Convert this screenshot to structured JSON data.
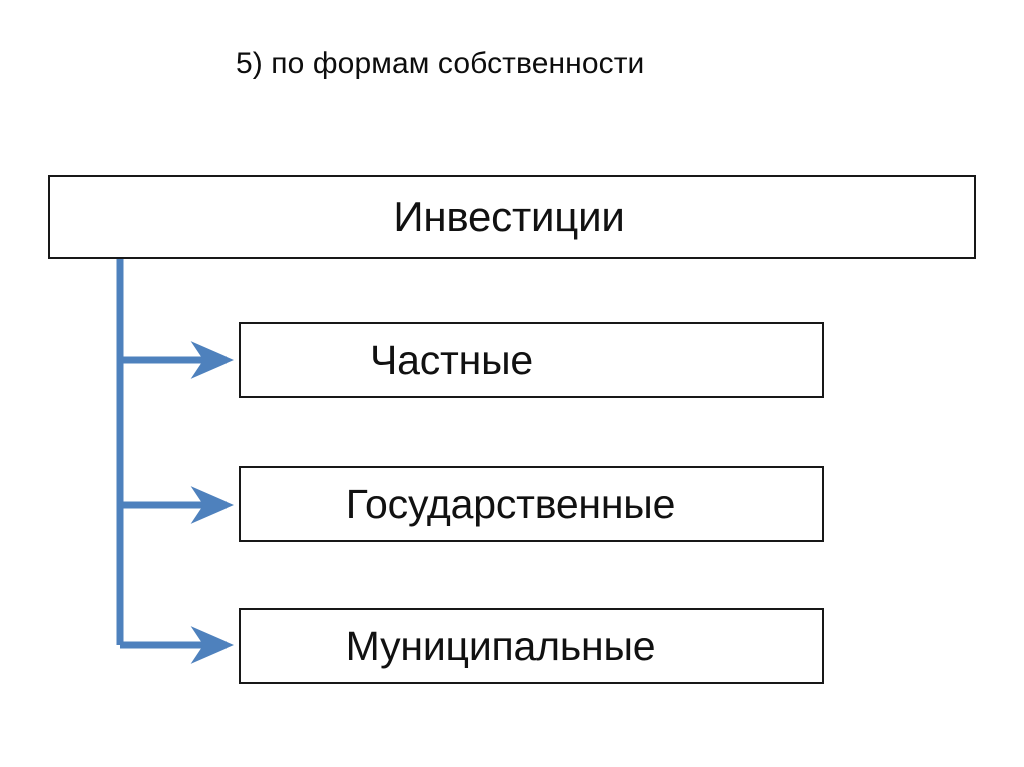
{
  "slide": {
    "title": "5) по формам собственности",
    "background_color": "#ffffff"
  },
  "diagram": {
    "type": "tree",
    "orientation": "vertical-trunk-with-right-branches",
    "connector_color": "#4E81BD",
    "box_border_color": "#181818",
    "box_fill_color": "#ffffff",
    "text_color": "#111111",
    "root": {
      "label": "Инвестиции"
    },
    "children": [
      {
        "label": "Частные"
      },
      {
        "label": "Государственные"
      },
      {
        "label": "Муниципальные"
      }
    ]
  }
}
